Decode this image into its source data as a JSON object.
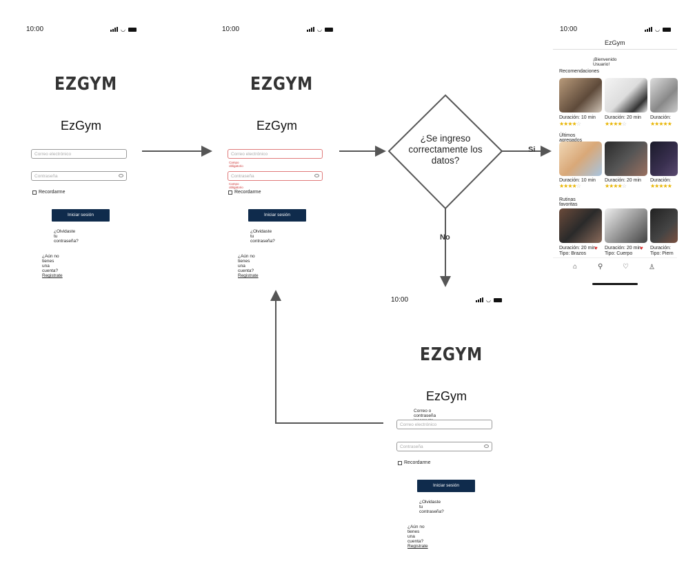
{
  "status_time": "10:00",
  "app": {
    "logo": "EZGYM",
    "title": "EzGym",
    "email_placeholder": "Correo electrónico",
    "password_placeholder": "Contraseña",
    "remember": "Recordarme",
    "login_button": "Iniciar sesión",
    "forgot": "¿Olvidaste tu contraseña?",
    "no_account": "¿Aún no tienes una cuenta?",
    "register": "Registrate",
    "required_error": "Campo obligatorio",
    "invalid_error": "Correo o contraseña incorrecta"
  },
  "decision": {
    "question_lines": [
      "¿Se ingreso",
      "correctamente los",
      "datos?"
    ],
    "yes_label": "Si",
    "no_label": "No"
  },
  "home": {
    "header": "EzGym",
    "welcome": "¡Bienvenido Usuario!",
    "sections": [
      {
        "title": "Recomendaciones",
        "cards": [
          {
            "duration": "Duración: 10 min",
            "stars": 4
          },
          {
            "duration": "Duración: 20 min",
            "stars": 4
          },
          {
            "duration": "Duración:",
            "stars": 5
          }
        ]
      },
      {
        "title": "Últimos agregados",
        "cards": [
          {
            "duration": "Duración: 10 min",
            "stars": 4
          },
          {
            "duration": "Duración: 20 min",
            "stars": 4
          },
          {
            "duration": "Duración:",
            "stars": 5
          }
        ]
      },
      {
        "title": "Rutinas favoritas",
        "cards": [
          {
            "duration": "Duración: 20 min",
            "type": "Tipo: Brazos"
          },
          {
            "duration": "Duración: 20 min",
            "type": "Tipo: Cuerpo"
          },
          {
            "duration": "Duración:",
            "type": "Tipo: Piern"
          }
        ]
      }
    ],
    "nav_icons": [
      "home-icon",
      "search-icon",
      "heart-icon",
      "user-icon"
    ]
  },
  "colors": {
    "button": "#0f2b4c",
    "error": "#c33",
    "star": "#e8b400",
    "arrow": "#555"
  }
}
